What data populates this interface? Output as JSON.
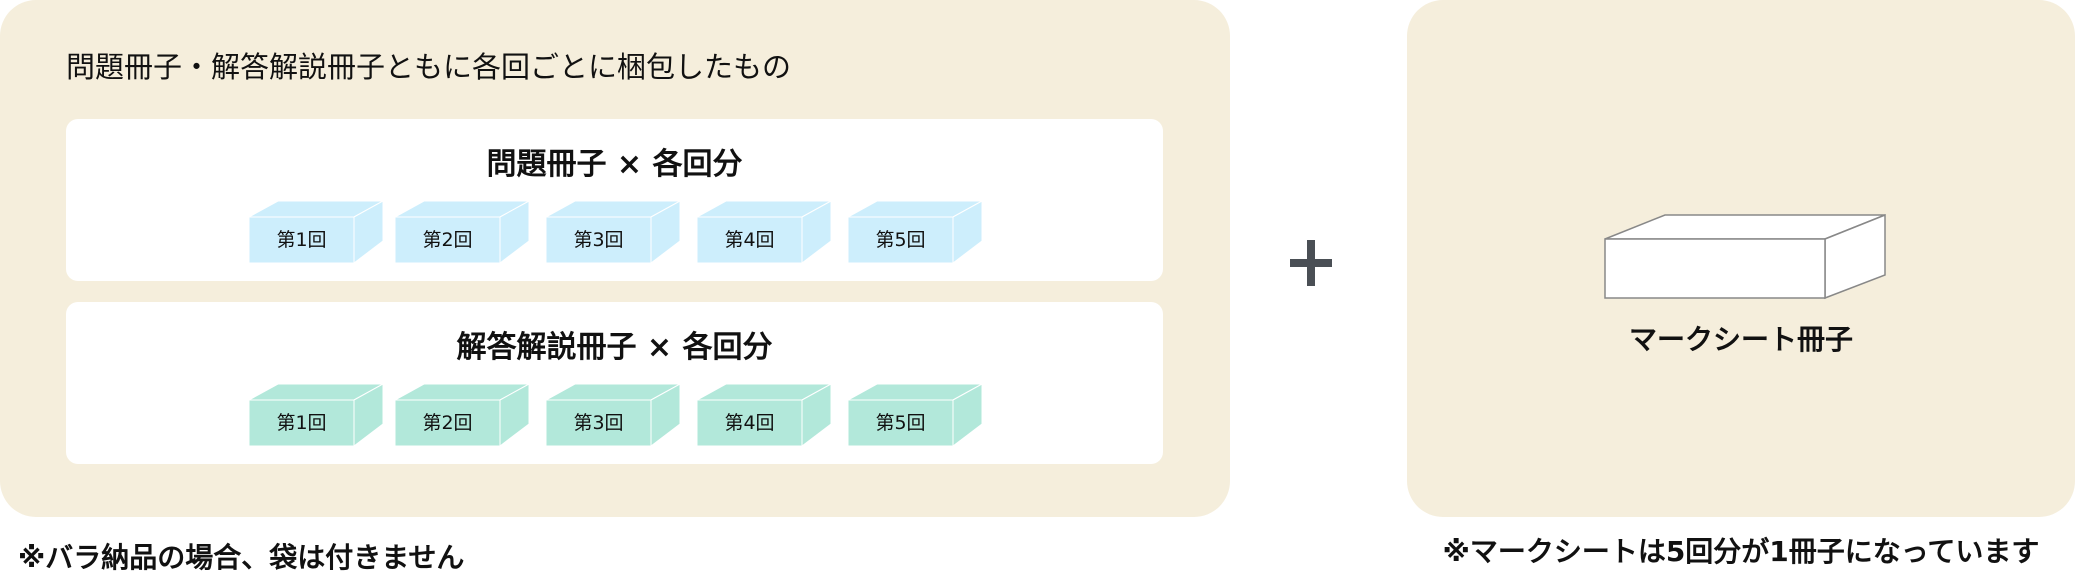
{
  "left_panel": {
    "title": "問題冊子・解答解説冊子ともに各回ごとに梱包したもの",
    "groups": [
      {
        "heading": "問題冊子 × 各回分",
        "color": "#cdeefc",
        "items": [
          "第1回",
          "第2回",
          "第3回",
          "第4回",
          "第5回"
        ]
      },
      {
        "heading": "解答解説冊子 × 各回分",
        "color": "#b2e8da",
        "items": [
          "第1回",
          "第2回",
          "第3回",
          "第4回",
          "第5回"
        ]
      }
    ],
    "note": "※バラ納品の場合、袋は付きません"
  },
  "plus_icon": "plus-icon",
  "right_panel": {
    "label": "マークシート冊子",
    "note": "※マークシートは5回分が1冊子になっています"
  },
  "colors": {
    "panel": "#f5eedc",
    "plus": "#4a4f55"
  }
}
